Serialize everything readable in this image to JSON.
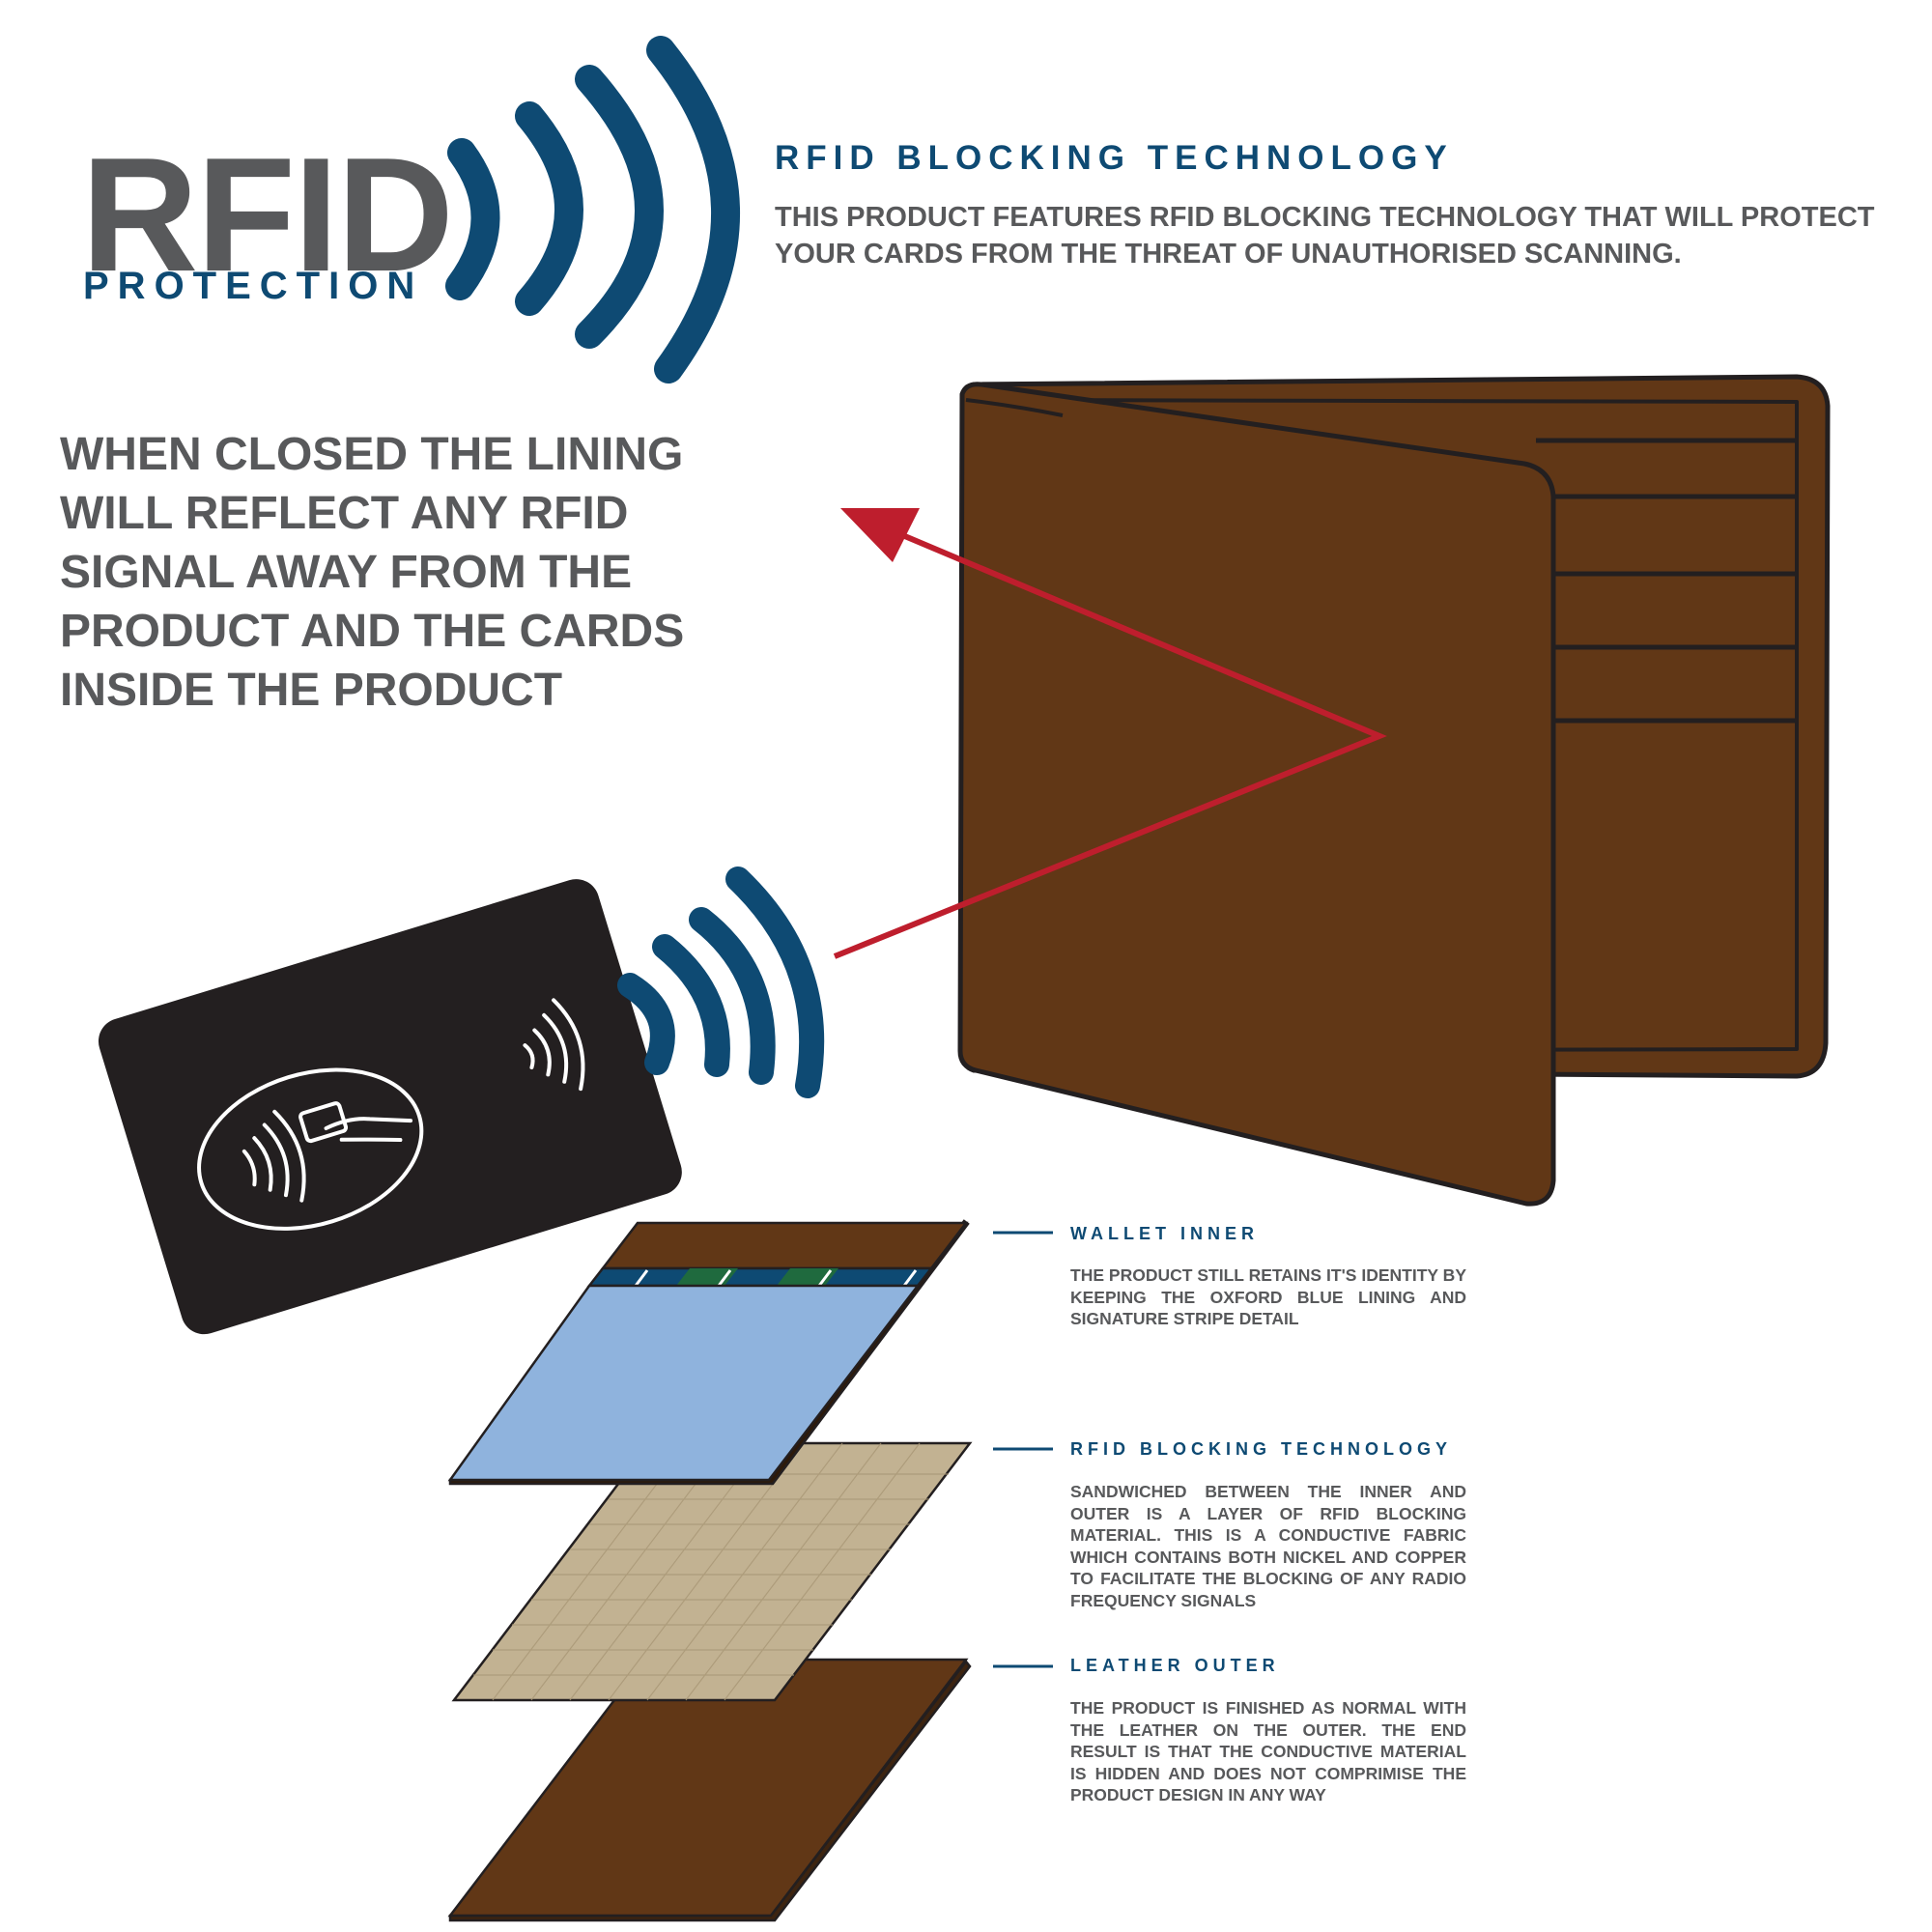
{
  "logo": {
    "word": "RFID",
    "subword": "PROTECTION"
  },
  "header": {
    "heading": "RFID BLOCKING TECHNOLOGY",
    "description": "THIS PRODUCT FEATURES RFID BLOCKING TECHNOLOGY THAT WILL PROTECT YOUR CARDS FROM THE THREAT OF UNAUTHORISED SCANNING."
  },
  "statement": "WHEN CLOSED THE LINING WILL REFLECT ANY RFID SIGNAL AWAY FROM THE PRODUCT AND THE CARDS INSIDE THE PRODUCT",
  "layers": [
    {
      "title": "WALLET INNER",
      "description": "THE PRODUCT STILL RETAINS IT'S IDENTITY BY KEEPING THE OXFORD BLUE LINING AND SIGNATURE STRIPE DETAIL"
    },
    {
      "title": "RFID BLOCKING TECHNOLOGY",
      "description": "SANDWICHED BETWEEN THE INNER AND OUTER IS A LAYER OF RFID BLOCKING MATERIAL.  THIS IS A CONDUCTIVE FABRIC WHICH CONTAINS BOTH NICKEL AND COPPER TO FACILITATE THE BLOCKING OF ANY RADIO FREQUENCY SIGNALS"
    },
    {
      "title": "LEATHER OUTER",
      "description": "THE PRODUCT IS FINISHED AS NORMAL WITH THE LEATHER ON THE OUTER.  THE END RESULT IS THAT THE CONDUCTIVE MATERIAL IS HIDDEN AND DOES NOT COMPRIMISE THE PRODUCT DESIGN IN ANY WAY"
    }
  ],
  "colors": {
    "navy": "#0e4a73",
    "grey_text": "#58595b",
    "leather": "#613716",
    "outline": "#231f20",
    "reflect_arrow": "#be1e2d",
    "inner_lining": "#8fb3dd",
    "blocking_fabric": "#c2b292",
    "stripe_green": "#1f6a3e",
    "card": "#231f20"
  },
  "icons": {
    "logo_waves": "signal-waves-icon",
    "card_waves": "signal-waves-icon",
    "contactless": "contactless-payment-icon",
    "arrow": "reflection-arrow-icon"
  }
}
